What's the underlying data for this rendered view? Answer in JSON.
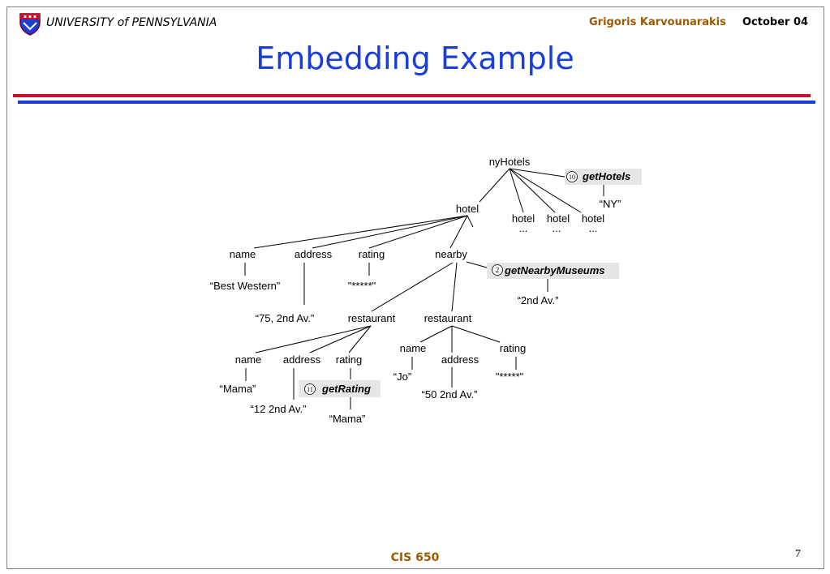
{
  "header": {
    "university": "UNIVERSITY of PENNSYLVANIA",
    "author": "Grigoris Karvounarakis",
    "date": "October 04",
    "logo_icon": "penn-shield-icon"
  },
  "slide": {
    "title": "Embedding Example"
  },
  "footer": {
    "course": "CIS 650",
    "page_number": "7"
  },
  "diagram": {
    "root": "nyHotels",
    "root_call": {
      "number": "10",
      "name": "getHotels",
      "param": "“NY”"
    },
    "hotel_label": "hotel",
    "hotel_ellipsis": "...",
    "hotel": {
      "name": "name",
      "name_value": "“Best Western”",
      "address": "address",
      "address_value": "“75, 2nd Av.”",
      "rating": "rating",
      "rating_value": "\"*****\"",
      "nearby": "nearby"
    },
    "nearby_call": {
      "number": "2",
      "name": "getNearbyMuseums",
      "param": "“2nd Av.”"
    },
    "restaurant_label": "restaurant",
    "restaurant1": {
      "name": "name",
      "name_value": "“Mama”",
      "address": "address",
      "address_value": "“12 2nd Av.”",
      "rating": "rating"
    },
    "rating_call": {
      "number": "11",
      "name": "getRating",
      "param": "“Mama”"
    },
    "restaurant2": {
      "name": "name",
      "name_value": "“Jo”",
      "address": "address",
      "address_value": "“50 2nd Av.”",
      "rating": "rating",
      "rating_value": "\"*****\""
    }
  }
}
